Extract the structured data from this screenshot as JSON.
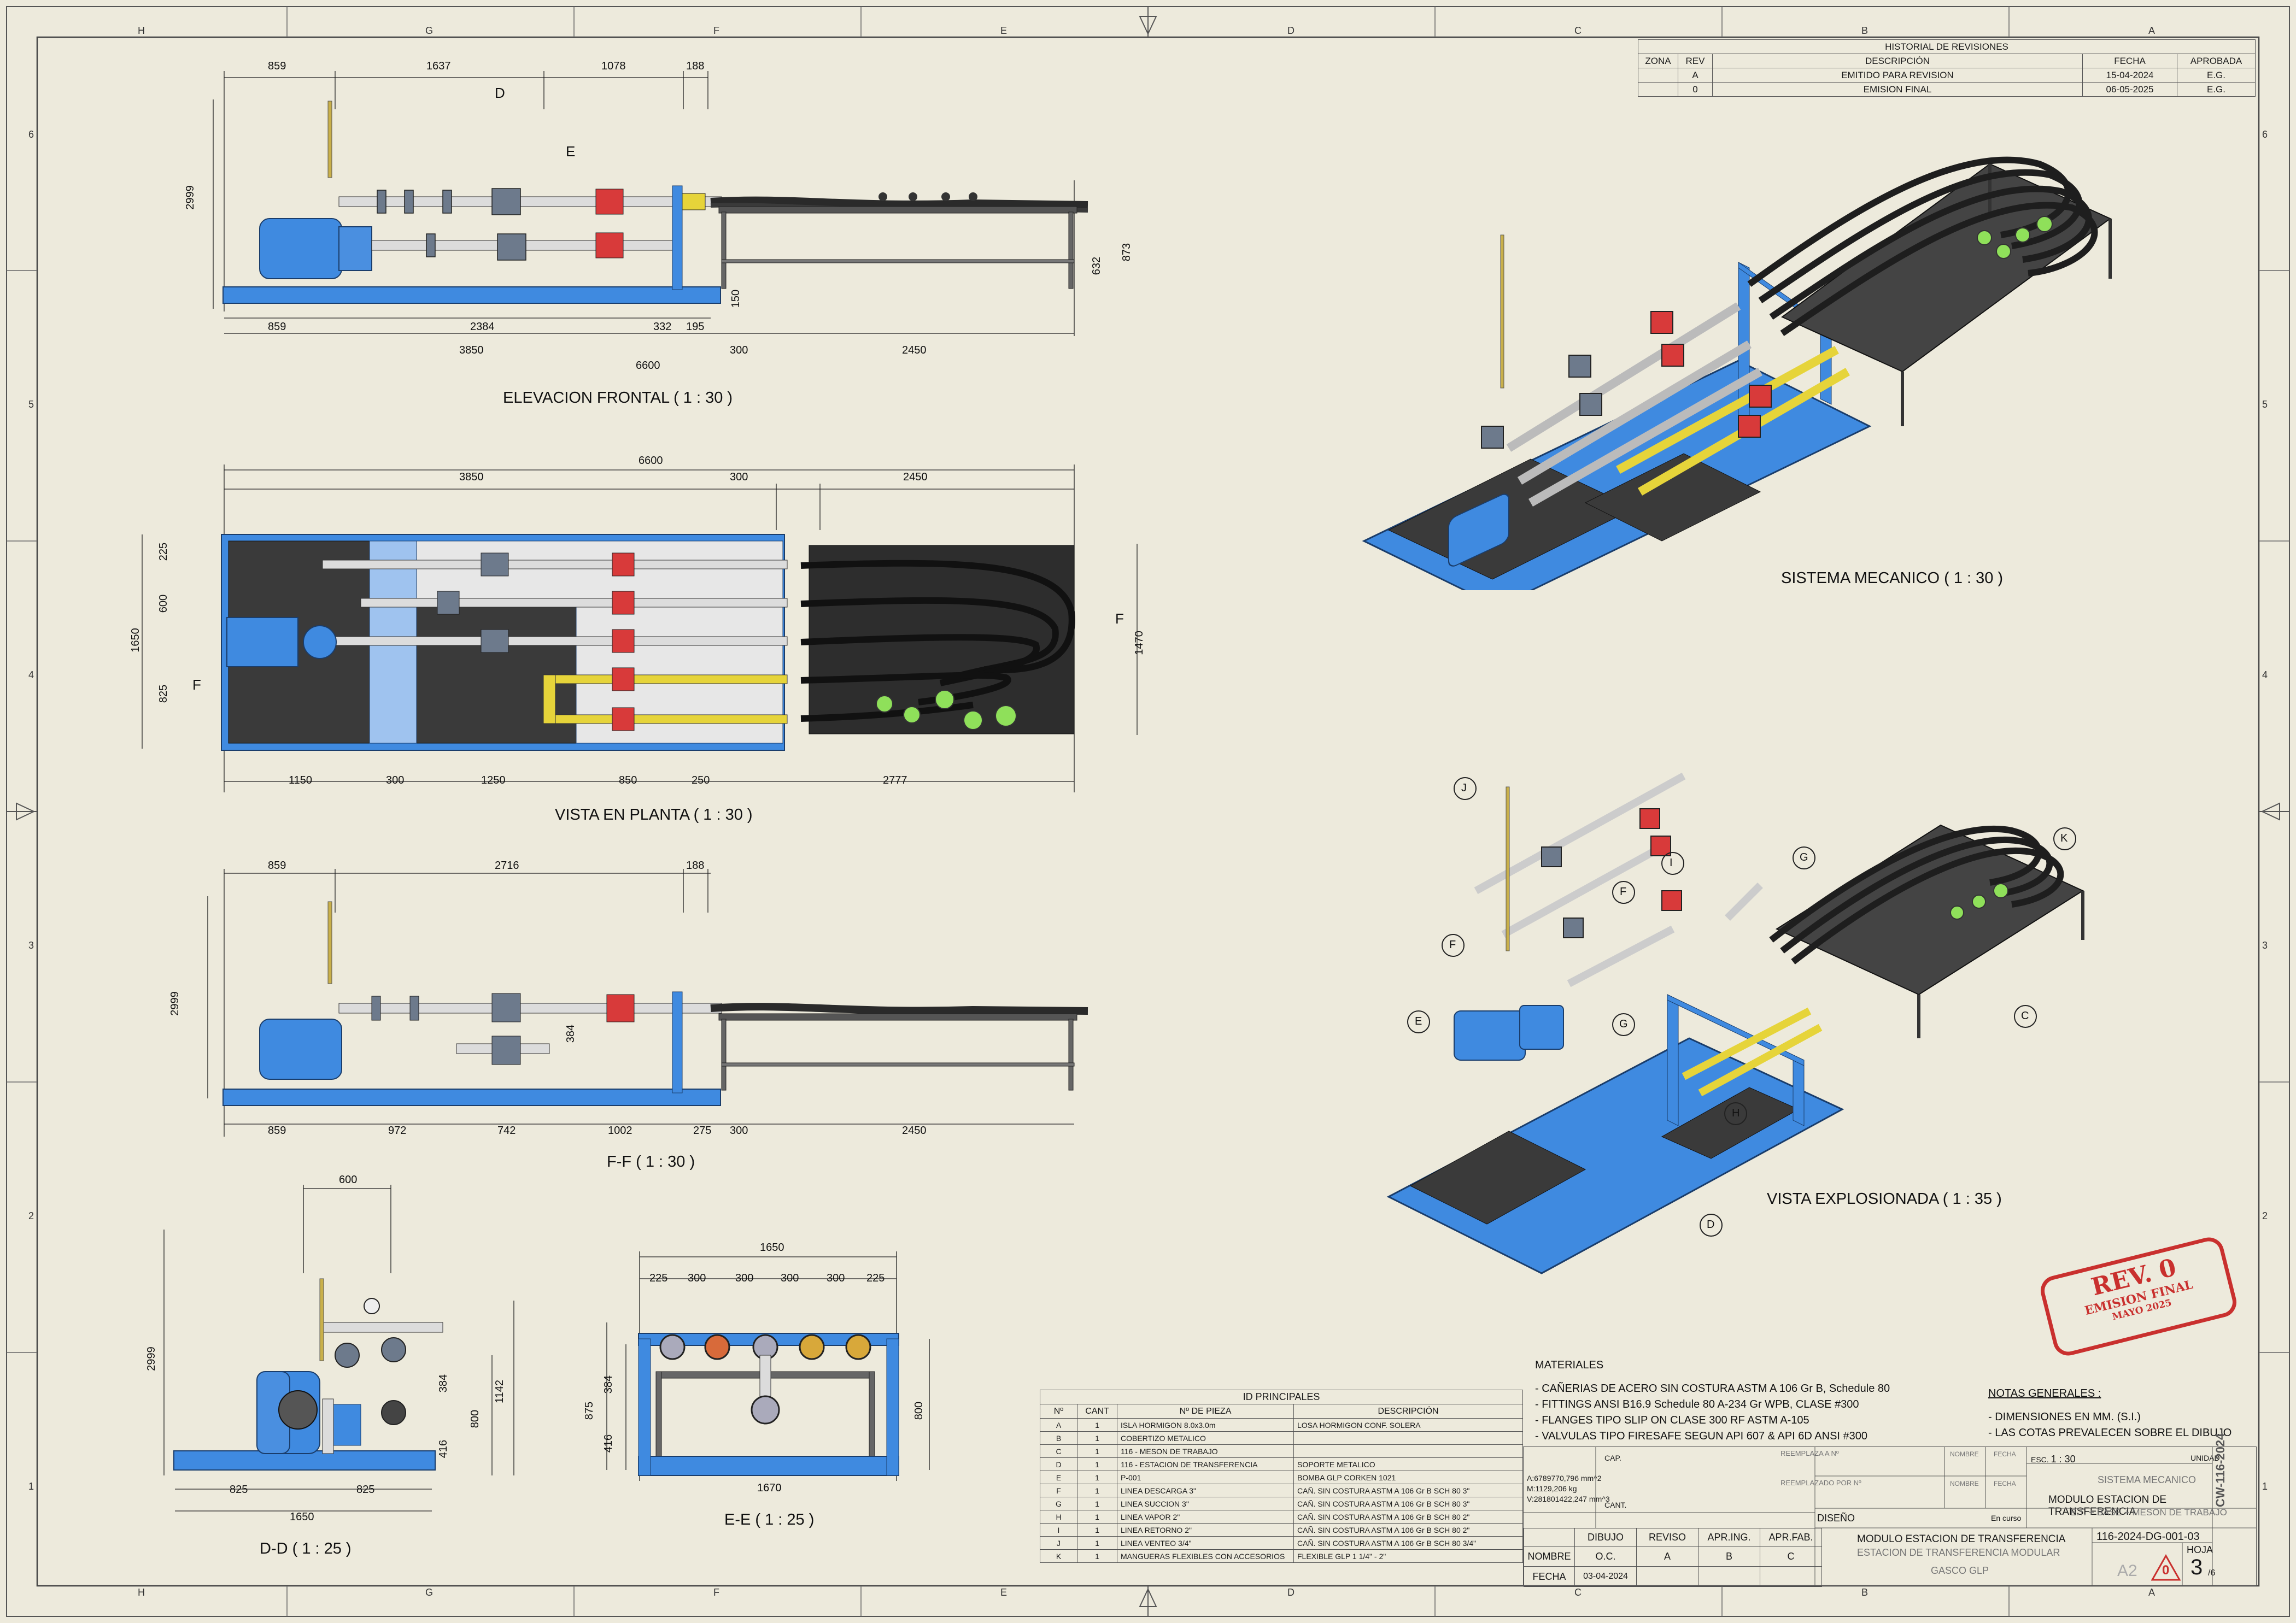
{
  "border": {
    "zones_top": [
      "H",
      "G",
      "F",
      "E",
      "D",
      "C",
      "B",
      "A"
    ],
    "zones_side": [
      "6",
      "5",
      "4",
      "3",
      "2",
      "1"
    ]
  },
  "revisions": {
    "title": "HISTORIAL DE REVISIONES",
    "headers": [
      "ZONA",
      "REV",
      "DESCRIPCIÓN",
      "FECHA",
      "APROBADA"
    ],
    "rows": [
      {
        "zona": "",
        "rev": "A",
        "desc": "EMITIDO PARA REVISION",
        "fecha": "15-04-2024",
        "aprobada": "E.G."
      },
      {
        "zona": "",
        "rev": "0",
        "desc": "EMISION FINAL",
        "fecha": "06-05-2025",
        "aprobada": "E.G."
      }
    ]
  },
  "views": {
    "frontal": {
      "title": "ELEVACION FRONTAL ( 1 : 30 )",
      "top_dims": [
        "859",
        "1637",
        "1078",
        "188"
      ],
      "bottom_dims_1": [
        "859",
        "2384",
        "332",
        "195"
      ],
      "bottom_dims_2": [
        "3850",
        "300",
        "2450"
      ],
      "total": "6600",
      "height": "2999",
      "right_dims": [
        "632",
        "873"
      ],
      "small_dim": "150",
      "section_d": "D",
      "section_e": "E"
    },
    "planta": {
      "title": "VISTA EN PLANTA ( 1 : 30 )",
      "total": "6600",
      "top_dims": [
        "3850",
        "300",
        "2450"
      ],
      "left_dims": [
        "225",
        "600",
        "825"
      ],
      "left_total": "1650",
      "bottom_dims": [
        "1150",
        "300",
        "1250",
        "850",
        "250",
        "2777"
      ],
      "right_dim": "1470",
      "section_f": "F"
    },
    "ff": {
      "title": "F-F ( 1 : 30 )",
      "top_dims": [
        "859",
        "2716",
        "188"
      ],
      "height": "2999",
      "small_dim": "384",
      "bottom_dims": [
        "859",
        "972",
        "742",
        "1002",
        "275",
        "300",
        "2450"
      ]
    },
    "dd": {
      "title": "D-D ( 1 : 25 )",
      "top_dim": "600",
      "height": "2999",
      "right_dims": [
        "384",
        "800",
        "1142"
      ],
      "small_dim": "416",
      "bottom_dims": [
        "825",
        "825"
      ],
      "bottom_total": "1650"
    },
    "ee": {
      "title": "E-E ( 1 : 25 )",
      "total": "1650",
      "top_dims": [
        "225",
        "300",
        "300",
        "300",
        "300",
        "225"
      ],
      "left_dims": [
        "875",
        "384",
        "416"
      ],
      "right_dim": "800",
      "bottom_dim": "1670"
    },
    "mecanico": {
      "title": "SISTEMA MECANICO ( 1 : 30 )"
    },
    "explosionada": {
      "title": "VISTA EXPLOSIONADA ( 1 : 35 )",
      "callouts": [
        "J",
        "I",
        "G",
        "F",
        "F",
        "E",
        "G",
        "H",
        "K",
        "C",
        "D"
      ]
    }
  },
  "materiales": {
    "title": "MATERIALES",
    "items": [
      "- CAÑERIAS DE ACERO SIN COSTURA ASTM A 106 Gr B, Schedule 80",
      "- FITTINGS ANSI B16.9 Schedule 80 A-234 Gr WPB, CLASE #300",
      "- FLANGES TIPO SLIP ON CLASE 300 RF ASTM A-105",
      "- VALVULAS TIPO FIRESAFE SEGUN API 607 & API 6D ANSI #300"
    ]
  },
  "notas": {
    "title": "NOTAS GENERALES :",
    "items": [
      "- DIMENSIONES EN MM. (S.I.)",
      "- LAS COTAS PREVALECEN SOBRE EL DIBUJO"
    ]
  },
  "id_principales": {
    "title": "ID PRINCIPALES",
    "headers": [
      "Nº",
      "CANT",
      "Nº DE PIEZA",
      "DESCRIPCIÓN"
    ],
    "rows": [
      [
        "A",
        "1",
        "ISLA HORMIGON 8.0x3.0m",
        "LOSA HORMIGON CONF. SOLERA"
      ],
      [
        "B",
        "1",
        "COBERTIZO METALICO",
        ""
      ],
      [
        "C",
        "1",
        "116 - MESON DE TRABAJO",
        ""
      ],
      [
        "D",
        "1",
        "116 - ESTACION DE TRANSFERENCIA",
        "SOPORTE METALICO"
      ],
      [
        "E",
        "1",
        "P-001",
        "BOMBA GLP CORKEN 1021"
      ],
      [
        "F",
        "1",
        "LINEA DESCARGA 3\"",
        "CAÑ. SIN COSTURA ASTM A 106 Gr B  SCH 80 3\""
      ],
      [
        "G",
        "1",
        "LINEA SUCCION 3\"",
        "CAÑ. SIN COSTURA ASTM A 106 Gr B  SCH 80 3\""
      ],
      [
        "H",
        "1",
        "LINEA VAPOR 2\"",
        "CAÑ. SIN COSTURA ASTM A 106 Gr B  SCH 80 2\""
      ],
      [
        "I",
        "1",
        "LINEA RETORNO 2\"",
        "CAÑ. SIN COSTURA ASTM A 106 Gr B  SCH 80 2\""
      ],
      [
        "J",
        "1",
        "LINEA VENTEO 3/4\"",
        "CAÑ. SIN COSTURA ASTM A 106 Gr B  SCH 80 3/4\""
      ],
      [
        "K",
        "1",
        "MANGUERAS FLEXIBLES CON ACCESORIOS",
        "FLEXIBLE GLP 1 1/4\" - 2\""
      ]
    ]
  },
  "title_block": {
    "props": [
      "A:6789770,796 mm^2",
      "M:1129,206 kg",
      "V:281801422,247 mm^3"
    ],
    "cap": "CAP.",
    "cant": "CANT.",
    "reemplaza": "REEMPLAZA A Nº",
    "reemplazado": "REEMPLAZADO POR Nº",
    "nombre_lbl": "NOMBRE",
    "fecha_lbl": "FECHA",
    "esc_lbl": "ESC.",
    "esc": "1 : 30",
    "unidad_lbl": "UNIDAD",
    "sistema": "SISTEMA MECANICO",
    "modulo": "MODULO ESTACION DE TRANSFERENCIA",
    "subtitulo": "E.T. + BASE + MESON DE TRABAJO",
    "dibujo": "DIBUJO",
    "reviso": "REVISO",
    "apr_ing": "APR.ING.",
    "apr_fab": "APR.FAB.",
    "nombre_val": "O.C.",
    "reviso_val": "A",
    "apr_ing_val": "B",
    "apr_fab_val": "C",
    "fecha_val": "03-04-2024",
    "diseno": "DISEÑO",
    "en_curso": "En curso",
    "proyecto_1": "MODULO ESTACION DE TRANSFERENCIA",
    "proyecto_2": "ESTACION DE TRANSFERENCIA MODULAR",
    "cliente": "GASCO GLP",
    "plano": "116-2024-DG-001-03",
    "hoja_lbl": "HOJA",
    "hoja": "3",
    "hojas": "/6",
    "formato": "A2",
    "rev": "0",
    "codigo": "CW-116-2024"
  },
  "stamp": {
    "line1": "REV. 0",
    "line2": "EMISION FINAL",
    "line3": "MAYO 2025"
  },
  "colors": {
    "steel_blue": "#3f8ae0",
    "valve_red": "#d83a3a",
    "yellow": "#e6d43a",
    "hose": "#2a2a2a",
    "green": "#8fe05a"
  }
}
